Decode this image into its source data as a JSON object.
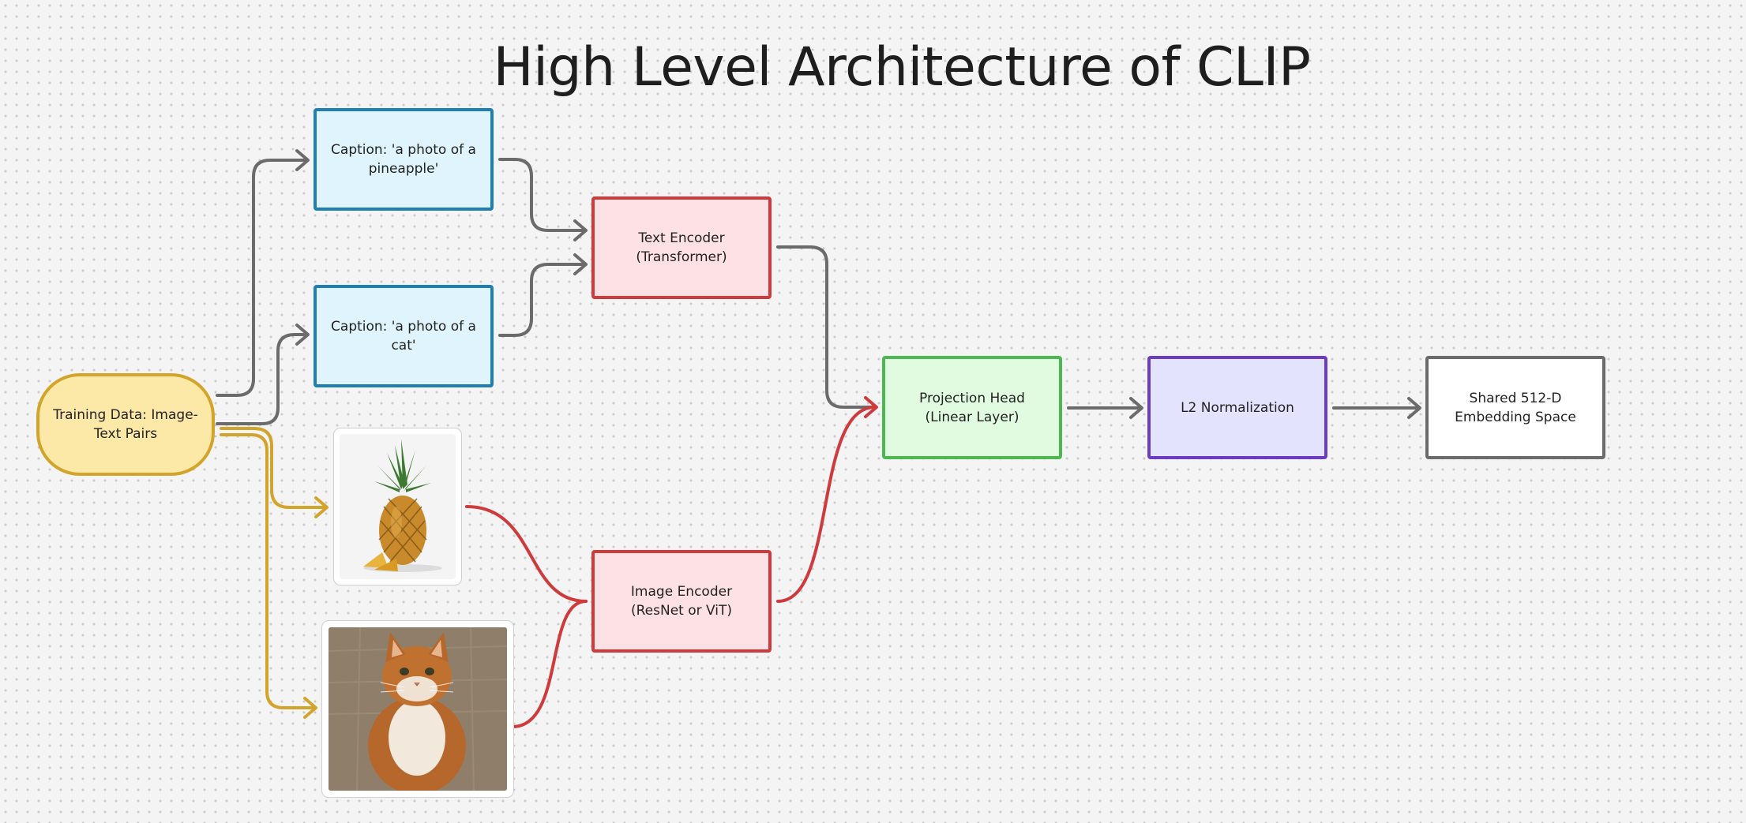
{
  "title": "High Level Architecture of CLIP",
  "nodes": {
    "training": "Training Data: Image-Text Pairs",
    "caption_pineapple": "Caption: 'a photo of a pineapple'",
    "caption_cat": "Caption: 'a photo of a cat'",
    "text_encoder": "Text Encoder (Transformer)",
    "image_encoder": "Image Encoder (ResNet or ViT)",
    "projection": "Projection Head (Linear Layer)",
    "l2": "L2 Normalization",
    "shared": "Shared 512-D Embedding Space"
  },
  "images": {
    "pineapple": "pineapple-photo",
    "cat": "cat-photo"
  },
  "colors": {
    "gray_edge": "#6b6b6b",
    "gold_edge": "#d3a42c",
    "red_edge": "#cf3a3c"
  }
}
